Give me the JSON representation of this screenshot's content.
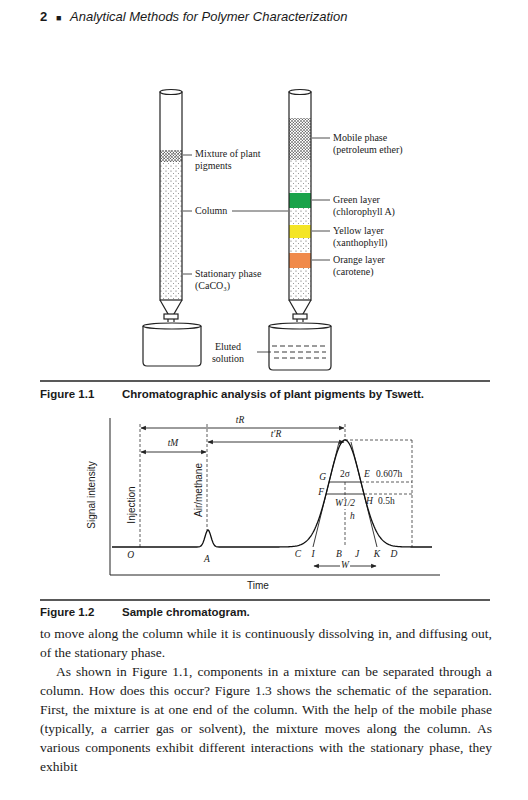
{
  "diagram": {
    "labels": [
      "2",
      "■",
      "Analytical Methods for Polymer Characterization",
      "Mixture of plant pigments",
      "Column",
      "Stationary phase (CaCO₃)",
      "Mobile phase (petroleum ether)",
      "Green layer (chlorophyll A)",
      "Yellow layer (xanthophyll)",
      "Orange layer (carotene)",
      "Eluted solution",
      "Figure 1.1",
      "Chromatographic analysis of plant pigments by Tswett.",
      "tR",
      "t′R",
      "tM",
      "Signal intensity",
      "Injection",
      "Air/methane",
      "O",
      "A",
      "Time",
      "G",
      "2σ",
      "E",
      "0.607h",
      "F",
      "H",
      "0.5h",
      "W1/2",
      "h",
      "C",
      "I",
      "B",
      "J",
      "K",
      "D",
      "W",
      "Figure 1.2",
      "Sample chromatogram.",
      "to move along the column while it is continuously dissolving in, and diffusing out, of the stationary phase.",
      "As shown in Figure 1.1, components in a mixture can be separated through a column. How does this occur? Figure 1.3 shows the schematic of the separation. First, the mixture is at one end of the column. With the help of the mobile phase (typically, a carrier gas or solvent), the mixture moves along the column. As various components exhibit different interactions with the stationary phase, they exhibit"
    ]
  }
}
